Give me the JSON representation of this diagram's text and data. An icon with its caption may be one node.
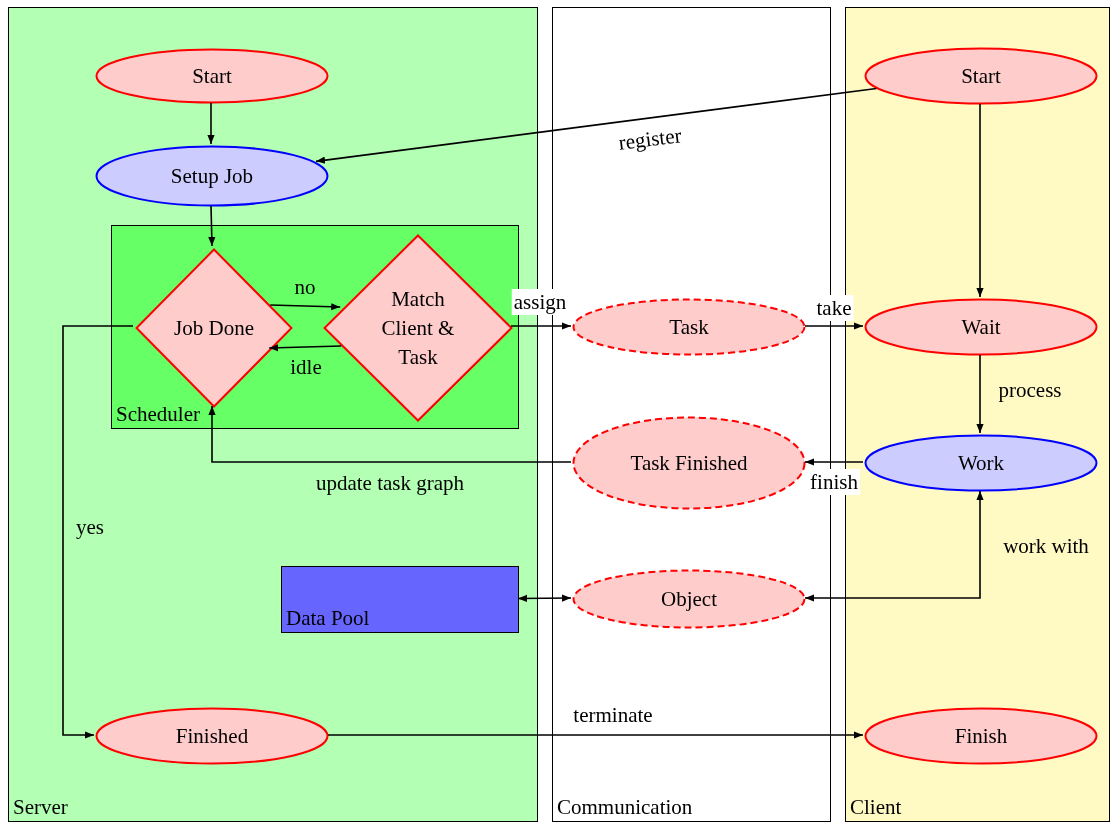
{
  "diagram": {
    "nodes": [
      {
        "text": [
          "Server"
        ]
      },
      {
        "text": [
          "Communication"
        ]
      },
      {
        "text": [
          "Client"
        ]
      },
      {
        "text": [
          "Start"
        ],
        "in": 0
      },
      {
        "text": [
          "Setup Job"
        ],
        "in": 0
      },
      {
        "text": [
          "Scheduler"
        ],
        "in": 0
      },
      {
        "text": [
          "Job Done"
        ],
        "in": 5
      },
      {
        "text": [
          "Match Client & Task"
        ],
        "in": 5
      },
      {
        "text": [
          "Data Pool"
        ],
        "in": 0
      },
      {
        "text": [
          "Finished"
        ],
        "in": 0
      },
      {
        "text": [
          "Task"
        ],
        "in": 1
      },
      {
        "text": [
          "Task Finished"
        ],
        "in": 1
      },
      {
        "text": [
          "Object"
        ],
        "in": 1
      },
      {
        "text": [
          "Start"
        ],
        "in": 2
      },
      {
        "text": [
          "Wait"
        ],
        "in": 2
      },
      {
        "text": [
          "Work"
        ],
        "in": 2
      },
      {
        "text": [
          "Finish"
        ],
        "in": 2
      }
    ],
    "edges": [
      {
        "from": 3,
        "to": 4,
        "arrow": "to"
      },
      {
        "from": 13,
        "to": 4,
        "arrow": "to",
        "label": "register"
      },
      {
        "from": 4,
        "to": 6,
        "arrow": "to"
      },
      {
        "from": 6,
        "to": 7,
        "arrow": "to",
        "label": "no"
      },
      {
        "from": 7,
        "to": 6,
        "arrow": "to",
        "label": "idle"
      },
      {
        "from": 7,
        "to": 10,
        "arrow": "to",
        "label": "assign"
      },
      {
        "from": 10,
        "to": 14,
        "arrow": "to",
        "label": "take"
      },
      {
        "from": 13,
        "to": 14,
        "arrow": "to"
      },
      {
        "from": 14,
        "to": 15,
        "arrow": "to",
        "label": "process"
      },
      {
        "from": 15,
        "to": 11,
        "arrow": "to",
        "label": "finish"
      },
      {
        "from": 11,
        "to": 6,
        "arrow": "to",
        "label": "update task graph"
      },
      {
        "from": 6,
        "to": 9,
        "arrow": "to",
        "label": "yes"
      },
      {
        "from": 8,
        "to": 12,
        "arrow": "both"
      },
      {
        "from": 15,
        "to": 12,
        "arrow": "both",
        "label": "work with"
      },
      {
        "from": 9,
        "to": 16,
        "arrow": "to",
        "label": "terminate"
      }
    ]
  }
}
